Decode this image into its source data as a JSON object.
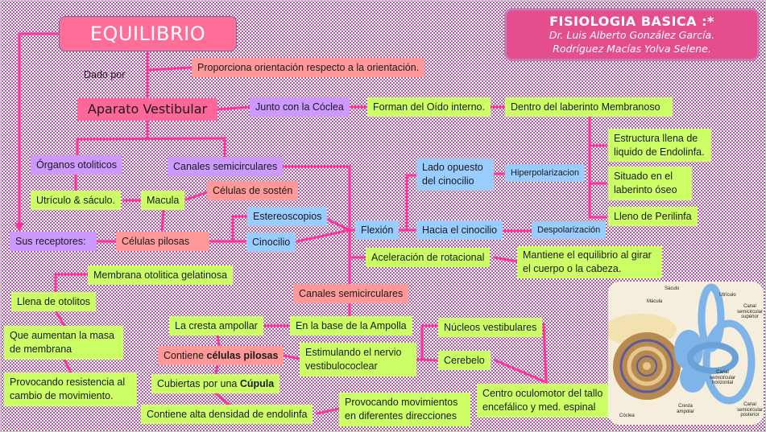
{
  "title": "EQUILIBRIO",
  "header": {
    "course": "FISIOLOGIA BASICA :*",
    "professor": "Dr. Luis Alberto González García.",
    "student": "Rodríguez Macías Yolva Selene."
  },
  "colors": {
    "connector": "#ff3399",
    "green": "#ccff66",
    "purple": "#cc99ff",
    "salmon": "#ff9999",
    "blue": "#99ccff",
    "pink": "#ff6699",
    "pattern": "#b35aa6"
  },
  "nodes": {
    "dado_por": "Dado por",
    "proporciona": "Proporciona orientación respecto a la orientación.",
    "aparato_vestibular": "Aparato Vestibular",
    "junto_coclea": "Junto con la Cóclea",
    "forman_oido": "Forman del Oído interno.",
    "dentro_laberinto": "Dentro del laberinto Membranoso",
    "estructura_llena": "Estructura llena de liquido de Endolinfa.",
    "situado_oseo": "Situado en el laberinto óseo",
    "lleno_perilinfa": "Lleno de Perilinfa",
    "organos_otoliticos": "Órganos otoliticos",
    "canales_semicirculares_top": "Canales semicirculares",
    "utriculo_saculo": "Utrículo & sáculo.",
    "macula": "Macula",
    "celulas_sosten": "Células de sostén",
    "sus_receptores": "Sus receptores:",
    "celulas_pilosas": "Células pilosas",
    "estereoscopios": "Estereoscopios",
    "cinocilio": "Cinocilio",
    "flexion": "Flexión",
    "lado_opuesto": "Lado opuesto del cinocilio",
    "hiperpolarizacion": "Hiperpolarizacion",
    "hacia_cinocilio": "Hacia el cinocilio",
    "despolarizacion": "Despolarización",
    "aceleracion": "Aceleración de rotacional",
    "mantiene_equilibrio": "Mantiene el equilibrio al girar el cuerpo o la cabeza.",
    "membrana_otolitica": "Membrana otolitica gelatinosa",
    "llena_otolitos": "Llena de otolitos",
    "aumentan_masa": "Que aumentan la masa de membrana",
    "provocando_resistencia": "Provocando resistencia al cambio de movimiento.",
    "canales_semicirculares_mid": "Canales semicirculares",
    "cresta_ampollar": "La cresta ampollar",
    "base_ampolla": "En la base de la Ampolla",
    "contiene_prefix": "Contiene ",
    "contiene_bold": "células pilosas",
    "estimulando": "Estimulando el nervio vestibulococlear",
    "nucleos": "Núcleos vestibulares",
    "cerebelo": "Cerebelo",
    "cubiertas_prefix": "Cubiertas por una ",
    "cubiertas_bold": "Cúpula",
    "alta_densidad": "Contiene alta densidad de endolinfa",
    "provocando_movimientos": "Provocando movimientos en diferentes direcciones",
    "centro_oculomotor": "Centro oculomotor del tallo encefálico y med. espinal"
  },
  "illustration": {
    "labels": {
      "saculo": "Sáculo",
      "macula": "Mácula",
      "utriculo": "Utrículo",
      "canal_superior": "Canal semicircular superior",
      "canal_horizontal": "Canal semicircular horizontal",
      "canal_posterior": "Canal semicircular posterior",
      "cresta": "Cresta ampolar",
      "coclea": "Cóclea"
    }
  }
}
